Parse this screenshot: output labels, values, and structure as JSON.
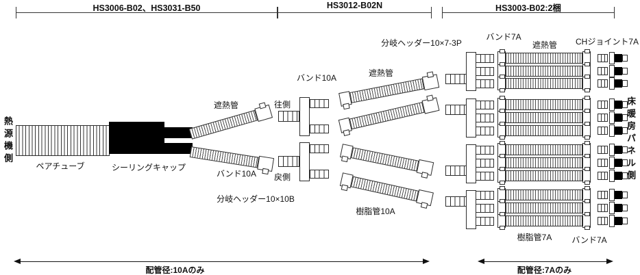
{
  "brackets": {
    "left": "HS3006-B02、HS3031-B50",
    "middle": "HS3012-B02N",
    "right": "HS3003-B02:2梱"
  },
  "sides": {
    "heat_source": "熱源機側",
    "floor_panel": "床暖房パネル側"
  },
  "labels": {
    "pair_tube": "ペアチューブ",
    "sealing_cap": "シーリングキャップ",
    "shield_tube_left": "遮熱管",
    "band10a_left": "バンド10A",
    "outgoing_side": "往側",
    "return_side": "戻側",
    "branch_header_10x10b": "分岐ヘッダー10×10B",
    "band10a_mid": "バンド10A",
    "shield_tube_mid": "遮熱管",
    "branch_header_10x7_3p": "分岐ヘッダー10×7-3P",
    "resin_tube_10a": "樹脂管10A",
    "band7a_top": "バンド7A",
    "shield_tube_right": "遮熱管",
    "ch_joint_7a": "CHジョイント7A",
    "resin_tube_7a": "樹脂管7A",
    "band7a_bottom": "バンド7A"
  },
  "dimension_arrows": {
    "left": "配管径:10Aのみ",
    "right": "配管径:7Aのみ"
  },
  "colors": {
    "line": "#2b2b2b",
    "fill_black": "#000000",
    "background": "#ffffff"
  }
}
